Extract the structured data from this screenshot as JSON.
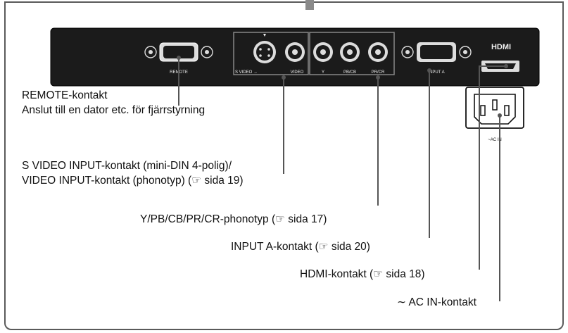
{
  "panel": {
    "remote_tag": "REMOTE",
    "svideo_tag": "S VIDEO →",
    "video_tag": "VIDEO",
    "y_tag": "Y",
    "pb_tag": "PB/CB",
    "pr_tag": "PR/CR",
    "input_a_tag": "INPUT A",
    "hdmi_logo": "HDMI",
    "ac_in_tag": "~AC IN"
  },
  "callouts": {
    "remote_line1": "REMOTE-kontakt",
    "remote_line2": "Anslut till en dator etc. för fjärrstyrning",
    "svideo_line1": "S VIDEO INPUT-kontakt (mini-DIN 4-polig)/",
    "svideo_line2": "VIDEO INPUT-kontakt (phonotyp) (☞ sida 19)",
    "ypbpr": "Y/PB/CB/PR/CR-phonotyp (☞ sida 17)",
    "input_a": "INPUT A-kontakt (☞ sida 20)",
    "hdmi": "HDMI-kontakt (☞ sida 18)",
    "ac_in": "∼ AC IN-kontakt"
  }
}
